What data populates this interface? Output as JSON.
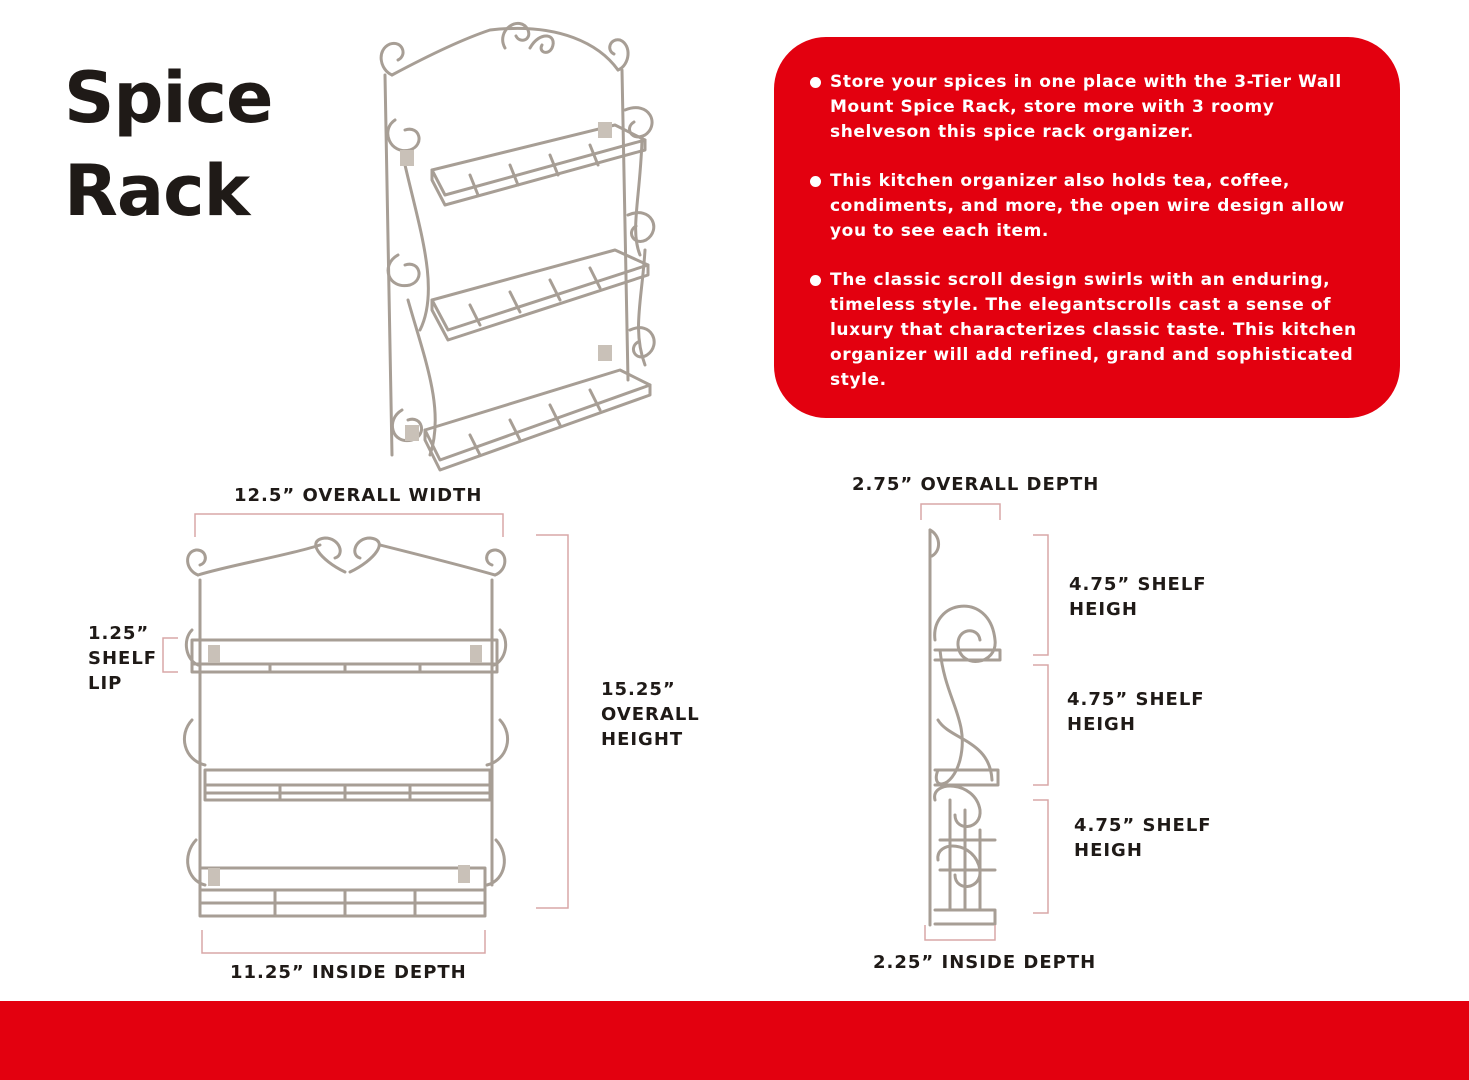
{
  "title": {
    "line1": "Spice",
    "line2": "Rack"
  },
  "features": [
    "Store your spices in one place with the 3-Tier Wall Mount Spice Rack, store more with 3 roomy shelveson this spice rack organizer.",
    "This kitchen organizer also holds tea, coffee, condiments, and more, the open wire design allow you to see each item.",
    "The classic scroll design swirls with an enduring, timeless style. The elegantscrolls cast a sense of luxury that characterizes classic taste. This kitchen organizer will add refined, grand and sophisticated style."
  ],
  "dimensions": {
    "overall_width": "12.5” OVERALL WIDTH",
    "shelf_lip": {
      "value": "1.25”",
      "line2": "SHELF",
      "line3": "LIP"
    },
    "overall_height": {
      "value": "15.25”",
      "line2": "OVERALL",
      "line3": "HEIGHT"
    },
    "inside_width": "11.25” INSIDE DEPTH",
    "overall_depth": "2.75” OVERALL DEPTH",
    "shelf_heights": [
      {
        "value": "4.75” SHELF",
        "line2": "HEIGH"
      },
      {
        "value": "4.75” SHELF",
        "line2": "HEIGH"
      },
      {
        "value": "4.75” SHELF",
        "line2": "HEIGH"
      }
    ],
    "inside_depth": "2.25”  INSIDE DEPTH"
  },
  "colors": {
    "accent": "#e3000f",
    "metal": "#a79e95",
    "guide": "#d9a7a7",
    "text": "#1f1a17"
  }
}
